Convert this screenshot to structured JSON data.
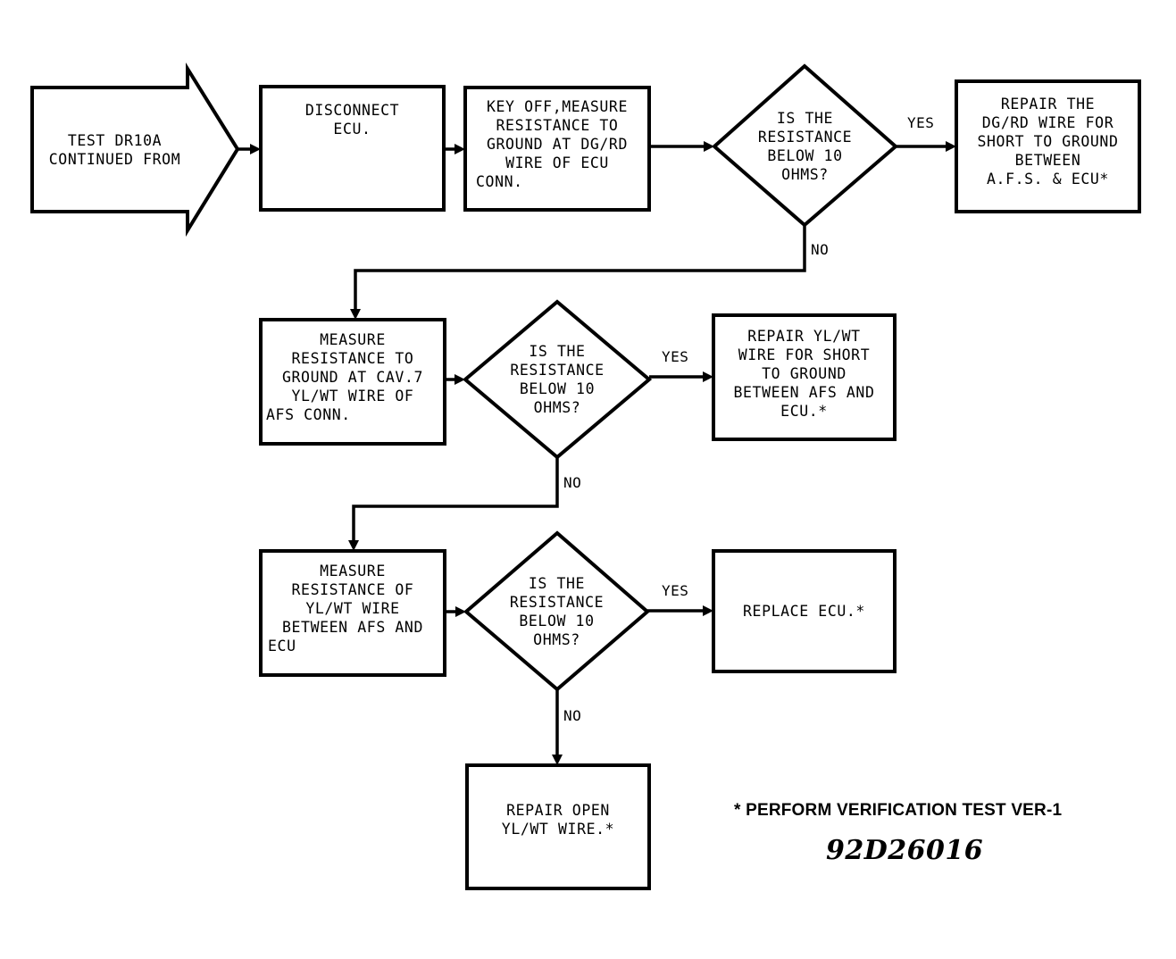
{
  "document": {
    "type": "automotive-diagnostic-flowchart",
    "footnote": "* PERFORM VERIFICATION TEST VER-1",
    "code": "92D26016"
  },
  "nodes": {
    "entry": {
      "shape": "arrow-pentagon",
      "lines": [
        "TEST DR10A",
        "CONTINUED FROM"
      ]
    },
    "disconnect": {
      "shape": "process",
      "lines": [
        "DISCONNECT",
        "ECU."
      ]
    },
    "measure_dgrd": {
      "shape": "process",
      "lines": [
        "KEY OFF,MEASURE",
        "RESISTANCE TO",
        "GROUND AT DG/RD",
        "WIRE OF ECU",
        "CONN."
      ]
    },
    "decision_1": {
      "shape": "decision",
      "lines": [
        "IS THE",
        "RESISTANCE",
        "BELOW 10",
        "OHMS?"
      ]
    },
    "repair_dgrd": {
      "shape": "process",
      "lines": [
        "REPAIR THE",
        "DG/RD WIRE FOR",
        "SHORT TO GROUND",
        "BETWEEN",
        "A.F.S. & ECU*"
      ]
    },
    "measure_cav7": {
      "shape": "process",
      "lines": [
        "MEASURE",
        "RESISTANCE TO",
        "GROUND AT CAV.7",
        "YL/WT WIRE OF",
        "AFS CONN."
      ]
    },
    "decision_2": {
      "shape": "decision",
      "lines": [
        "IS THE",
        "RESISTANCE",
        "BELOW 10",
        "OHMS?"
      ]
    },
    "repair_ylwt_short": {
      "shape": "process",
      "lines": [
        "REPAIR YL/WT",
        "WIRE FOR SHORT",
        "TO GROUND",
        "BETWEEN AFS AND",
        "ECU.*"
      ]
    },
    "measure_ylwt": {
      "shape": "process",
      "lines": [
        "MEASURE",
        "RESISTANCE OF",
        "YL/WT WIRE",
        "BETWEEN AFS AND",
        "ECU"
      ]
    },
    "decision_3": {
      "shape": "decision",
      "lines": [
        "IS THE",
        "RESISTANCE",
        "BELOW 10",
        "OHMS?"
      ]
    },
    "replace_ecu": {
      "shape": "process",
      "lines": [
        "REPLACE ECU.*"
      ]
    },
    "repair_open_ylwt": {
      "shape": "process",
      "lines": [
        "REPAIR OPEN",
        "YL/WT WIRE.*"
      ]
    }
  },
  "branch_labels": {
    "yes_1": "YES",
    "no_1": "NO",
    "yes_2": "YES",
    "no_2": "NO",
    "yes_3": "YES",
    "no_3": "NO"
  },
  "colors": {
    "stroke": "#000000",
    "fill": "#ffffff",
    "background": "#ffffff"
  }
}
